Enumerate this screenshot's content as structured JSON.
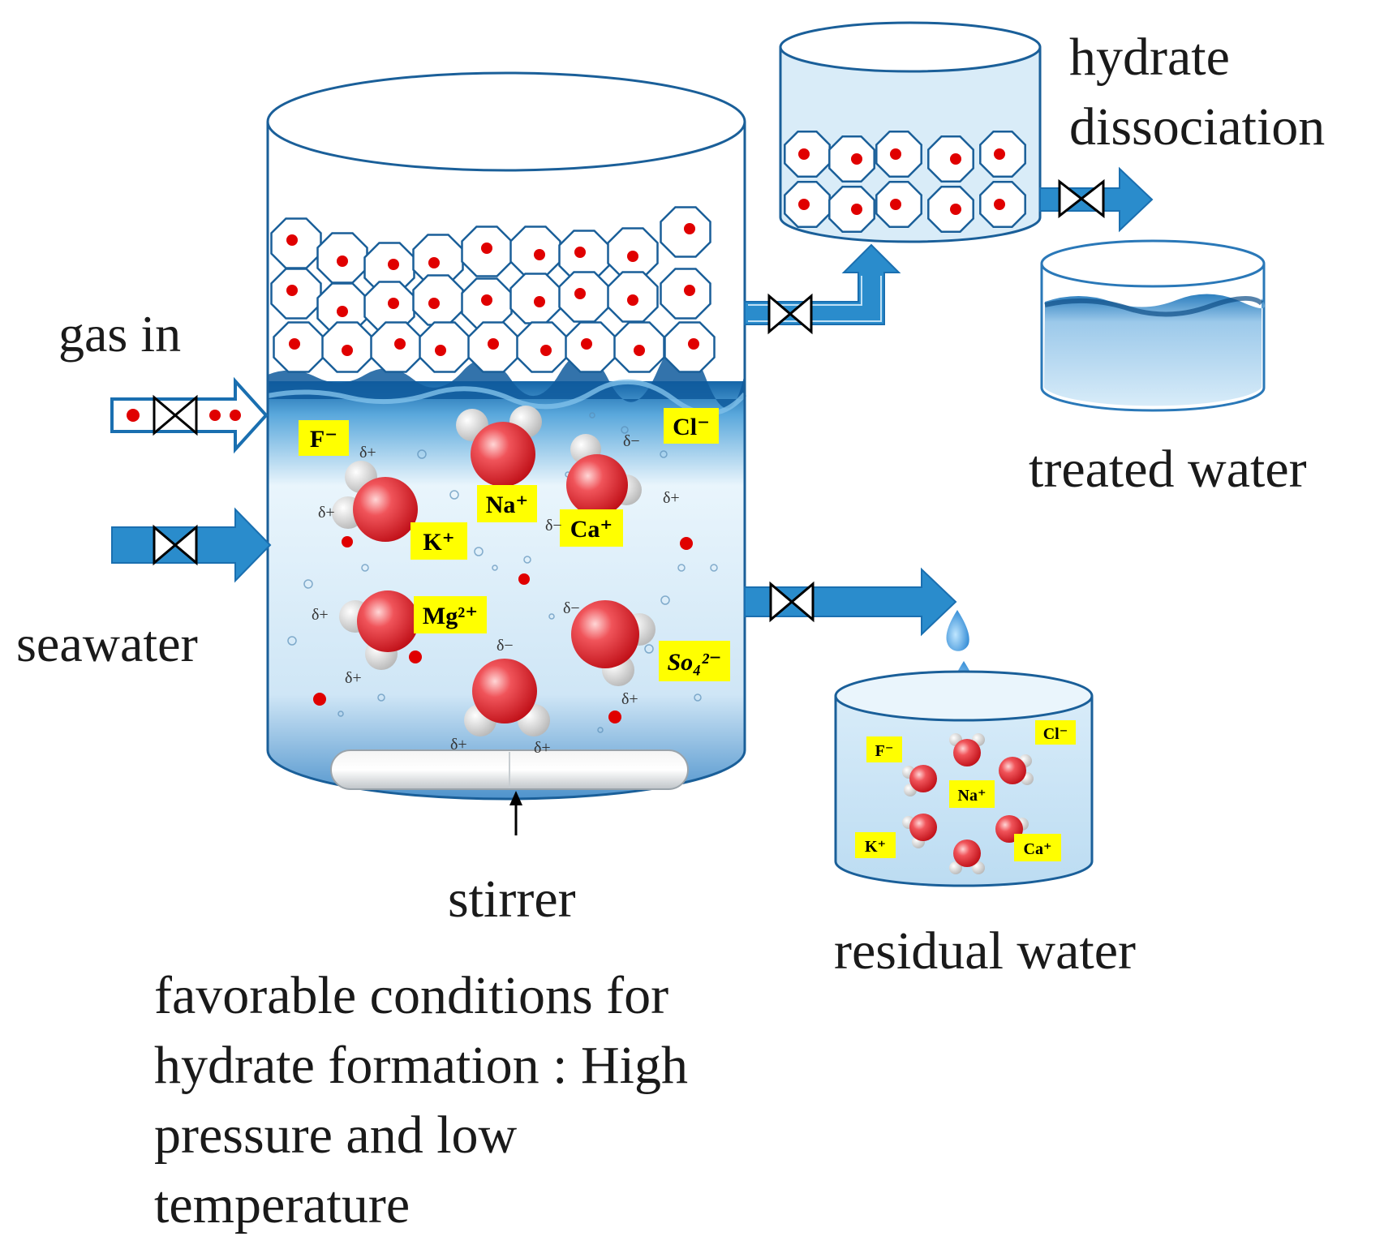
{
  "labels": {
    "gas_in": "gas in",
    "seawater": "seawater",
    "stirrer": "stirrer",
    "hydrate_dissociation_1": "hydrate",
    "hydrate_dissociation_2": "dissociation",
    "treated_water": "treated water",
    "residual_water": "residual water",
    "conditions": [
      "favorable conditions for",
      "hydrate formation : High",
      "pressure and low",
      "temperature"
    ]
  },
  "ions_reactor": {
    "f": "F⁻",
    "cl": "Cl⁻",
    "na": "Na⁺",
    "ca": "Ca⁺",
    "k": "K⁺",
    "mg": "Mg²⁺",
    "so4": "So₄²⁻"
  },
  "ions_residual": {
    "f": "F⁻",
    "cl": "Cl⁻",
    "na": "Na⁺",
    "k": "K⁺",
    "ca": "Ca⁺"
  },
  "partial_charges": {
    "plus": "δ+",
    "minus": "δ−"
  },
  "colors": {
    "pipe_blue": "#2a8ccc",
    "outline_blue": "#1a5f99",
    "water_top": "#1c6fb0",
    "water_bottom": "#dbeefa",
    "ion_highlight": "#ffff00",
    "molecule_red": "#e8202a",
    "cell_dot": "#e00000"
  }
}
